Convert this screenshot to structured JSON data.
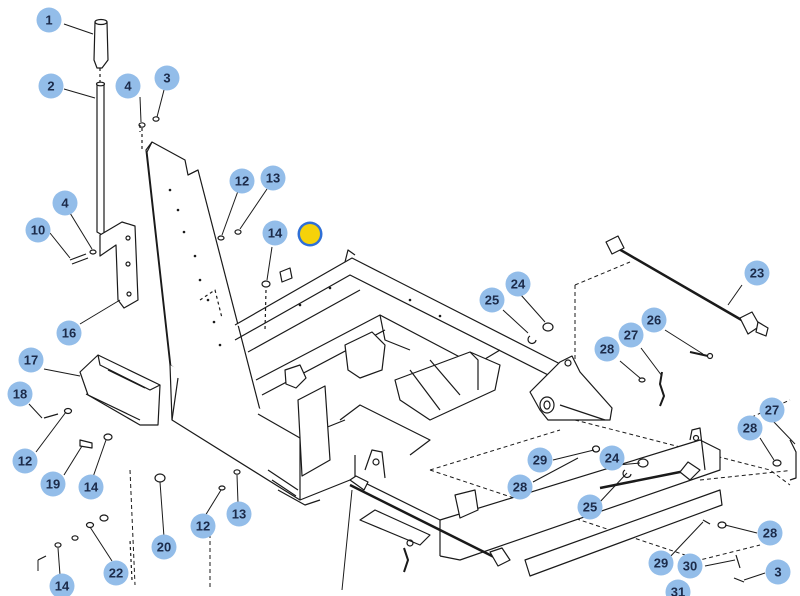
{
  "colors": {
    "callout_fill": "#93bde9",
    "callout_text": "#1c2b4a",
    "line": "#1a1a1a",
    "highlight_fill": "#f5d20a",
    "highlight_ring": "#2f6fd6"
  },
  "callouts": [
    {
      "id": "c1",
      "label": "1"
    },
    {
      "id": "c2",
      "label": "2"
    },
    {
      "id": "c3a",
      "label": "3"
    },
    {
      "id": "c4a",
      "label": "4"
    },
    {
      "id": "c4b",
      "label": "4"
    },
    {
      "id": "c10",
      "label": "10"
    },
    {
      "id": "c12a",
      "label": "12"
    },
    {
      "id": "c13a",
      "label": "13"
    },
    {
      "id": "c14a",
      "label": "14"
    },
    {
      "id": "c16",
      "label": "16"
    },
    {
      "id": "c17",
      "label": "17"
    },
    {
      "id": "c18",
      "label": "18"
    },
    {
      "id": "c12b",
      "label": "12"
    },
    {
      "id": "c19",
      "label": "19"
    },
    {
      "id": "c14b",
      "label": "14"
    },
    {
      "id": "c20",
      "label": "20"
    },
    {
      "id": "c12c",
      "label": "12"
    },
    {
      "id": "c13b",
      "label": "13"
    },
    {
      "id": "c22",
      "label": "22"
    },
    {
      "id": "c14c",
      "label": "14"
    },
    {
      "id": "c25a",
      "label": "25"
    },
    {
      "id": "c24a",
      "label": "24"
    },
    {
      "id": "c23",
      "label": "23"
    },
    {
      "id": "c26",
      "label": "26"
    },
    {
      "id": "c27a",
      "label": "27"
    },
    {
      "id": "c28a",
      "label": "28"
    },
    {
      "id": "c27b",
      "label": "27"
    },
    {
      "id": "c28b",
      "label": "28"
    },
    {
      "id": "c29a",
      "label": "29"
    },
    {
      "id": "c28c",
      "label": "28"
    },
    {
      "id": "c24b",
      "label": "24"
    },
    {
      "id": "c25b",
      "label": "25"
    },
    {
      "id": "c28d",
      "label": "28"
    },
    {
      "id": "c29b",
      "label": "29"
    },
    {
      "id": "c30",
      "label": "30"
    },
    {
      "id": "c3b",
      "label": "3"
    },
    {
      "id": "c31",
      "label": "31"
    }
  ]
}
